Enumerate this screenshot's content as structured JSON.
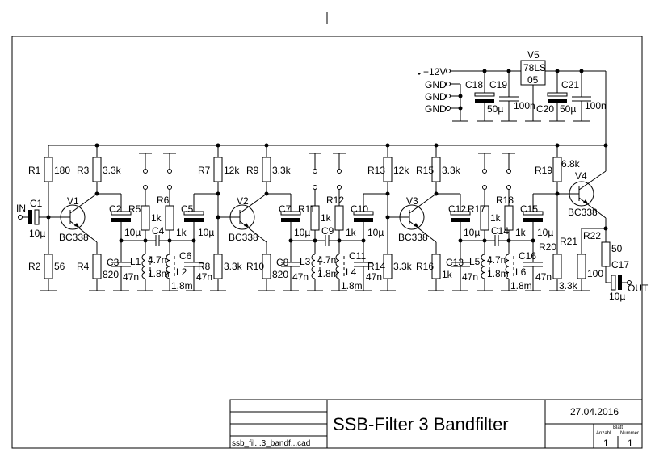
{
  "input": {
    "label": "IN",
    "cap_ref": "C1",
    "cap_value": "10µ"
  },
  "output": {
    "label": "OUT"
  },
  "stages": [
    {
      "bias_top": {
        "ref": "R1",
        "value": "180"
      },
      "bias_bot": {
        "ref": "R2",
        "value": "56"
      },
      "coll_r": {
        "ref": "R3",
        "value": "3.3k"
      },
      "trans": {
        "ref": "V1",
        "value": "BC338"
      },
      "emit_r": {
        "ref": "R4",
        "value": "820"
      },
      "emit_c": {
        "ref": "C3",
        "value": "47n"
      },
      "couple_c": {
        "ref": "C2",
        "value": "10µ"
      },
      "sw_r1": {
        "ref": "R5",
        "value": "1k"
      },
      "sw_r2": {
        "ref": "R6",
        "value": "1k"
      },
      "series_c": {
        "ref": "C4",
        "value": "4.7n"
      },
      "l1": {
        "ref": "L1",
        "value": "1.8m"
      },
      "l2": {
        "ref": "L2",
        "value": "1.8m"
      },
      "out_c": {
        "ref": "C5",
        "value": "10µ"
      },
      "shunt_c": {
        "ref": "C6",
        "value": "47n"
      }
    },
    {
      "bias_top": {
        "ref": "R7",
        "value": "12k"
      },
      "bias_bot": {
        "ref": "R8",
        "value": "3.3k"
      },
      "coll_r": {
        "ref": "R9",
        "value": "3.3k"
      },
      "trans": {
        "ref": "V2",
        "value": "BC338"
      },
      "emit_r": {
        "ref": "R10",
        "value": "820"
      },
      "emit_c": {
        "ref": "C8",
        "value": "47n"
      },
      "couple_c": {
        "ref": "C7",
        "value": "10µ"
      },
      "sw_r1": {
        "ref": "R11",
        "value": "1k"
      },
      "sw_r2": {
        "ref": "R12",
        "value": "1k"
      },
      "series_c": {
        "ref": "C9",
        "value": "4.7n"
      },
      "l1": {
        "ref": "L3",
        "value": "1.8m"
      },
      "l2": {
        "ref": "L4",
        "value": "1.8m"
      },
      "out_c": {
        "ref": "C10",
        "value": "10µ"
      },
      "shunt_c": {
        "ref": "C11",
        "value": "47n"
      }
    },
    {
      "bias_top": {
        "ref": "R13",
        "value": "12k"
      },
      "bias_bot": {
        "ref": "R14",
        "value": "3.3k"
      },
      "coll_r": {
        "ref": "R15",
        "value": "3.3k"
      },
      "trans": {
        "ref": "V3",
        "value": "BC338"
      },
      "emit_r": {
        "ref": "R16",
        "value": "1k"
      },
      "emit_c": {
        "ref": "C13",
        "value": "47n"
      },
      "couple_c": {
        "ref": "C12",
        "value": "10µ"
      },
      "sw_r1": {
        "ref": "R17",
        "value": "1k"
      },
      "sw_r2": {
        "ref": "R18",
        "value": "1k"
      },
      "series_c": {
        "ref": "C14",
        "value": "4.7n"
      },
      "l1": {
        "ref": "L5",
        "value": "1.8m"
      },
      "l2": {
        "ref": "L6",
        "value": "1.8m"
      },
      "out_c": {
        "ref": "C15",
        "value": "10µ"
      },
      "shunt_c": {
        "ref": "C16",
        "value": "47n"
      }
    }
  ],
  "output_stage": {
    "r19": {
      "ref": "R19",
      "value": "6.8k"
    },
    "r20": {
      "ref": "R20"
    },
    "r21": {
      "ref": "R21",
      "value": "3.3k"
    },
    "r22": {
      "ref": "R22",
      "value": "100"
    },
    "r_series": {
      "value": "50"
    },
    "c17": {
      "ref": "C17",
      "value": "10µ"
    },
    "trans": {
      "ref": "V4",
      "value": "BC338"
    }
  },
  "power": {
    "supply": "+12V",
    "gnd": [
      "GND",
      "GND",
      "GND"
    ],
    "c18": {
      "ref": "C18",
      "value": "50µ"
    },
    "c19": {
      "ref": "C19",
      "value": "100n"
    },
    "c20": {
      "ref": "C20",
      "value": "50µ"
    },
    "c21": {
      "ref": "C21",
      "value": "100n"
    },
    "regulator": {
      "ref": "V5",
      "line1": "78LS",
      "line2": "05"
    }
  },
  "title_block": {
    "title": "SSB-Filter 3 Bandfilter",
    "date": "27.04.2016",
    "filename": "ssb_fil...3_bandf...cad",
    "sheet_header": "Blatt",
    "count_label": "Anzahl",
    "number_label": "Nummer",
    "sheet_count": "1",
    "sheet_number": "1"
  }
}
